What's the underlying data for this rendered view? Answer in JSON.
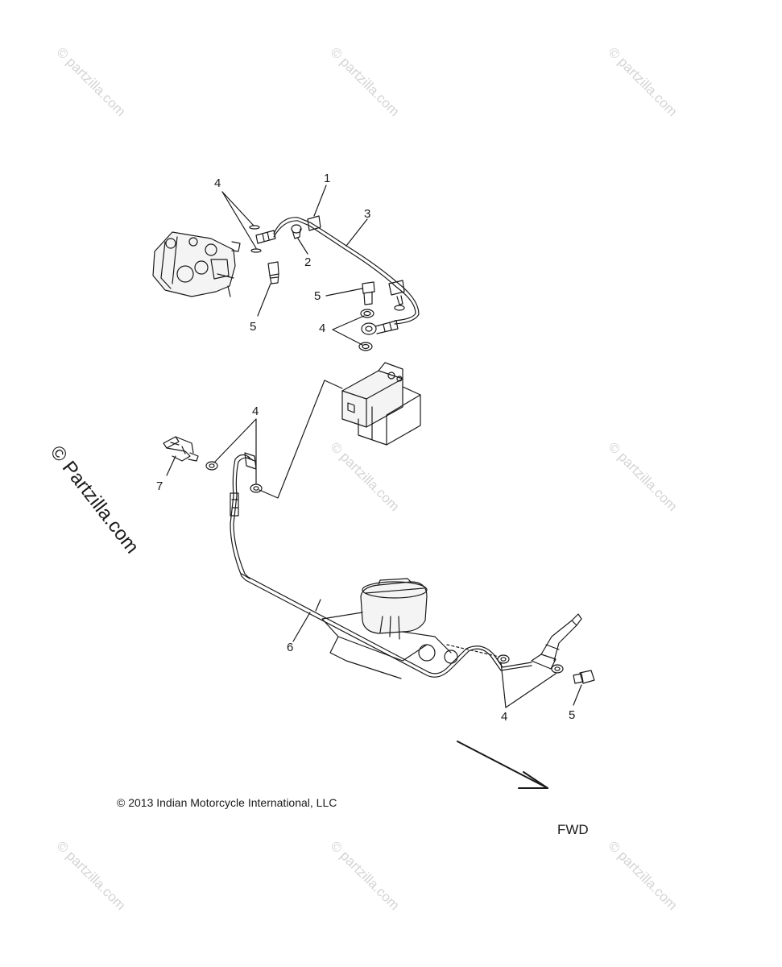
{
  "watermark": {
    "text": "© partzilla.com",
    "prominent_text": "© Partzilla.com"
  },
  "callouts": [
    "1",
    "2",
    "3",
    "4",
    "4",
    "5",
    "5",
    "4",
    "7",
    "6",
    "4",
    "5"
  ],
  "copyright": "© 2013 Indian Motorcycle International, LLC",
  "direction_label": "FWD"
}
